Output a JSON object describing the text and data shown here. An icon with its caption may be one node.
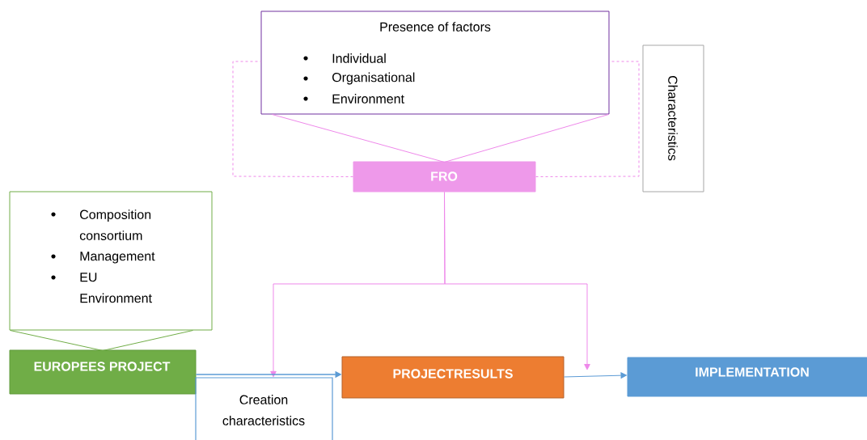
{
  "diagram": {
    "nodes": [
      {
        "text": [
          "Presence of factors",
          "Individual",
          "Organisational",
          "Environment"
        ]
      },
      {
        "text": [
          "Characteristics"
        ]
      },
      {
        "text": [
          "FRO"
        ]
      },
      {
        "text": [
          "Composition consortium",
          "Management",
          "EU Environment"
        ]
      },
      {
        "text": [
          "EUROPEES PROJECT"
        ]
      },
      {
        "text": [
          "Creation characteristics"
        ]
      },
      {
        "text": [
          "PROJECTRESULTS"
        ]
      },
      {
        "text": [
          "IMPLEMENTATION"
        ]
      }
    ],
    "edges": [
      {
        "from": 0,
        "to": 2,
        "arrow": "none"
      },
      {
        "from": 2,
        "to": 0,
        "arrow": "none",
        "style": "dashed"
      },
      {
        "from": 2,
        "to": 0,
        "arrow": "none",
        "style": "dashed"
      },
      {
        "from": 2,
        "to": 5,
        "arrow": "to"
      },
      {
        "from": 2,
        "to": null,
        "arrow": "to"
      },
      {
        "from": 3,
        "to": 4,
        "arrow": "none",
        "color": "#70ad47"
      },
      {
        "from": 4,
        "to": 6,
        "arrow": "to",
        "color": "#5b9bd5"
      },
      {
        "from": 6,
        "to": 7,
        "arrow": "to",
        "color": "#5b9bd5"
      }
    ]
  }
}
